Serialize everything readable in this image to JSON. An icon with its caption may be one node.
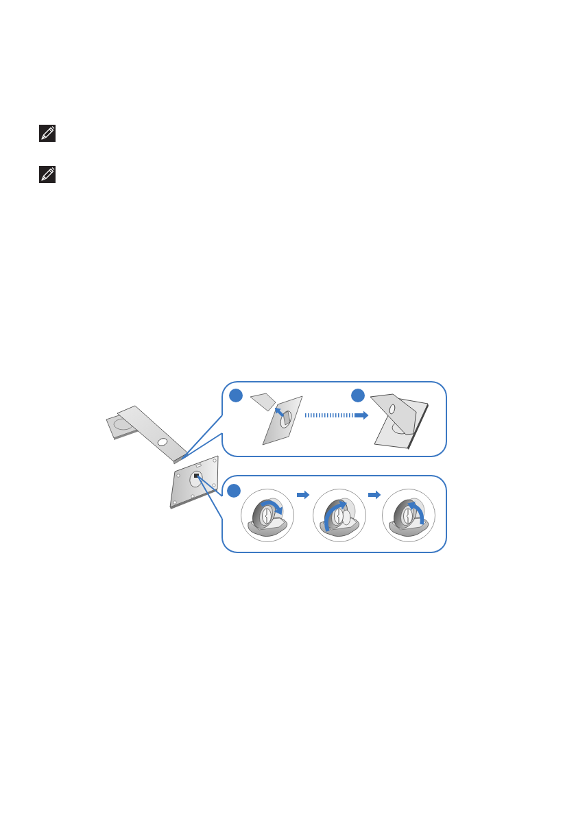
{
  "diagram": {
    "nodes": [
      {
        "text": [],
        "shape": "callout"
      },
      {
        "text": [],
        "shape": "picture",
        "in": 0
      },
      {
        "text": [],
        "shape": "picture",
        "in": 0
      },
      {
        "text": [],
        "shape": "callout"
      },
      {
        "text": [],
        "shape": "picture",
        "in": 3
      },
      {
        "text": [],
        "shape": "picture",
        "in": 3
      },
      {
        "text": [],
        "shape": "picture",
        "in": 3
      }
    ],
    "edges": [
      {
        "from": 1,
        "to": 2,
        "arrow": "to",
        "style": "dashed"
      },
      {
        "from": 4,
        "to": 5,
        "arrow": "to"
      },
      {
        "from": 5,
        "to": 6,
        "arrow": "to"
      }
    ]
  }
}
